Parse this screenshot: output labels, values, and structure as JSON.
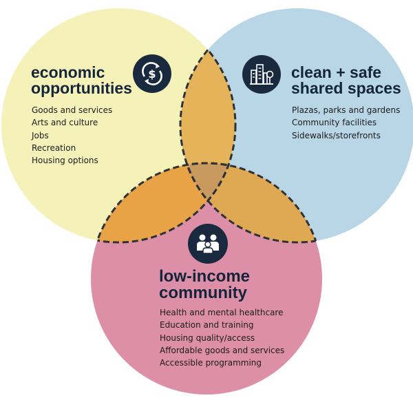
{
  "colors": {
    "economic": "#f4f1b9",
    "spaces": "#b9d6e6",
    "community": "#dd8fa7",
    "overlap_econ_spaces": "#e5b35a",
    "overlap_econ_community": "#e8a346",
    "overlap_spaces_community": "#dfa852",
    "overlap_center": "#c99a5e",
    "badge": "#1a2a3e",
    "dash": "#2e3136"
  },
  "economic": {
    "icon": "dollar-cycle-icon",
    "title_lines": [
      "economic",
      "opportunities"
    ],
    "items": [
      "Goods and services",
      "Arts and culture",
      "Jobs",
      "Recreation",
      "Housing options"
    ]
  },
  "spaces": {
    "icon": "city-buildings-icon",
    "title_lines": [
      "clean + safe",
      "shared spaces"
    ],
    "items": [
      "Plazas, parks and gardens",
      "Community facilities",
      "Sidewalks/storefronts"
    ]
  },
  "community": {
    "icon": "family-people-icon",
    "title_lines": [
      "low-income",
      "community"
    ],
    "items": [
      "Health and mental healthcare",
      "Education and training",
      "Housing quality/access",
      "Affordable goods and services",
      "Accessible programming"
    ]
  }
}
